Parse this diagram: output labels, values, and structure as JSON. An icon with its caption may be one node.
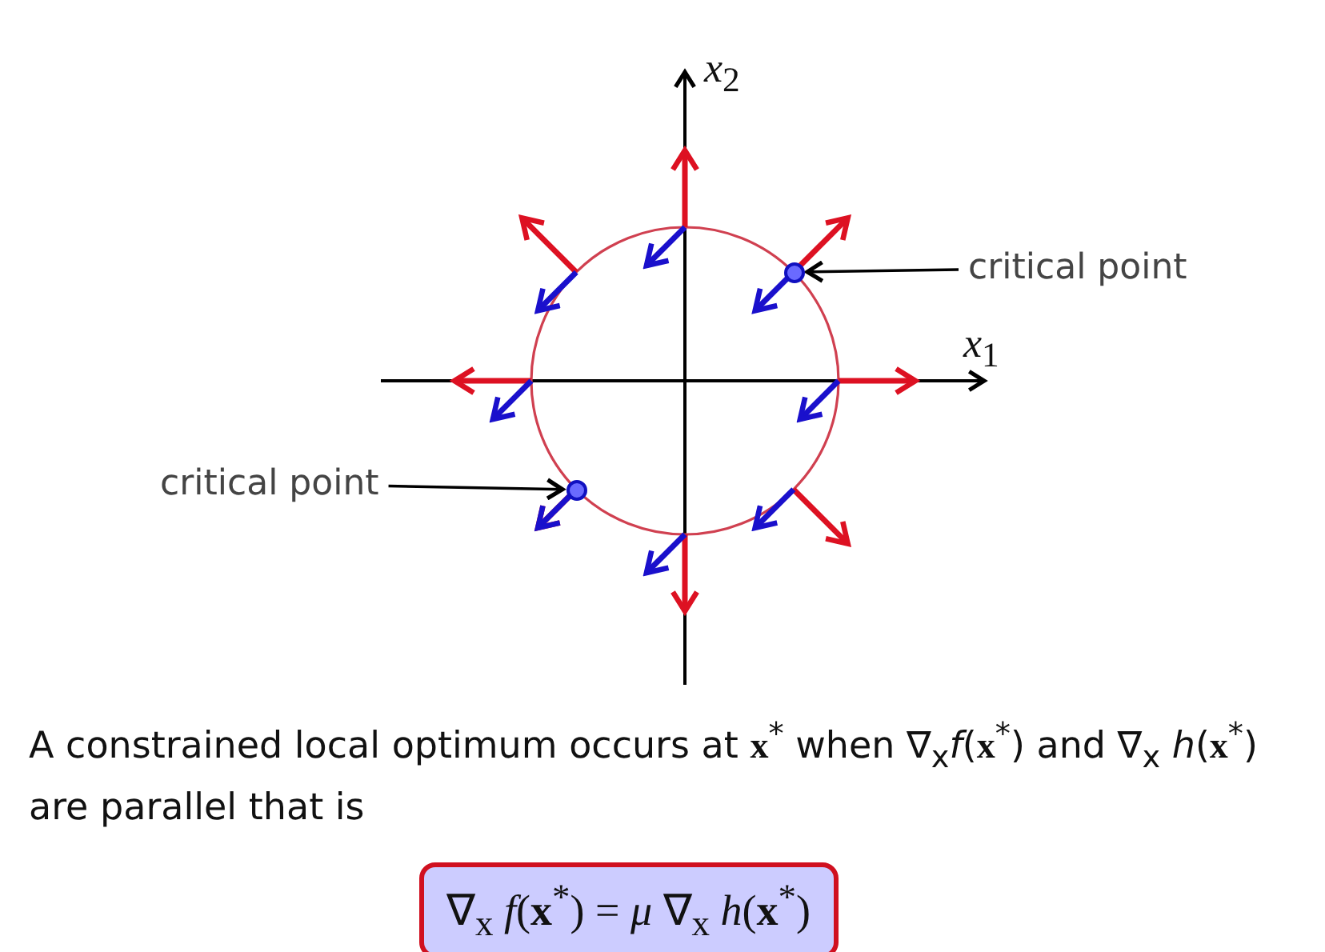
{
  "diagram": {
    "nodes": [
      {
        "text": [
          "critical point"
        ]
      },
      {
        "text": [],
        "shape": "circle"
      },
      {
        "text": [
          "critical point"
        ]
      },
      {
        "text": [],
        "shape": "circle"
      },
      {
        "text": [
          "∇$_{x}$ *f*(**x**$^{*}$) = *μ* ∇$_{x}$ *h*(**x**$^{*}$)"
        ]
      }
    ],
    "edges": [
      {
        "from": 0,
        "to": 1,
        "arrow": "to"
      },
      {
        "from": 2,
        "to": 3,
        "arrow": "to"
      }
    ],
    "labels": [
      "*x*$_{2}$",
      "*x*$_{1}$",
      "A constrained local optimum occurs at **x**$^{*}$ when ∇$_{x}$*f*(**x**$^{*}$) and ∇$_{x}$ *h*(**x**$^{*}$) are parallel that is"
    ]
  }
}
